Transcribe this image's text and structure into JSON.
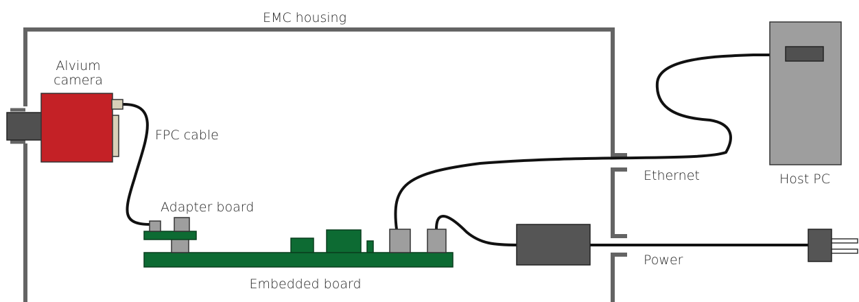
{
  "labels": {
    "emc_housing": "EMC housing",
    "alvium_line1": "Alvium",
    "alvium_line2": "camera",
    "fpc_cable": "FPC cable",
    "adapter_board": "Adapter board",
    "embedded_board": "Embedded board",
    "ethernet": "Ethernet",
    "power": "Power",
    "host_pc": "Host PC"
  },
  "colors": {
    "housing": "#646464",
    "camera_body": "#c42126",
    "camera_lens": "#505050",
    "camera_side": "#d7d0b8",
    "board_green": "#0d6b33",
    "board_outline": "#0a3e1e",
    "connector_gray": "#9e9e9e",
    "power_supply": "#555555",
    "host_pc": "#9e9e9e",
    "host_pc_slot": "#505050",
    "plug": "#555555",
    "cable": "#111111"
  }
}
